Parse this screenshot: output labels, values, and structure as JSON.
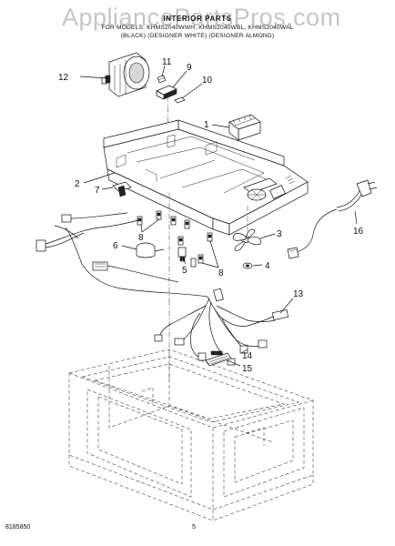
{
  "watermark": "AppliancePartsPros.com",
  "header": {
    "title": "INTERIOR PARTS",
    "models": "FOR MODELS: KHMS2040WWH, KHMS2040WBL, KHMS2040WAL",
    "colors": "(BLACK)  (DESIGNER WHITE)  (DESIGNER ALMOND)"
  },
  "callouts": {
    "c1": "1",
    "c2": "2",
    "c3": "3",
    "c4": "4",
    "c5": "5",
    "c6": "6",
    "c7": "7",
    "c8a": "8",
    "c8b": "8",
    "c9": "9",
    "c10": "10",
    "c11": "11",
    "c12": "12",
    "c13": "13",
    "c14": "14",
    "c15": "15",
    "c16": "16"
  },
  "footer": {
    "doc_number": "8185850",
    "page_number": "5"
  }
}
